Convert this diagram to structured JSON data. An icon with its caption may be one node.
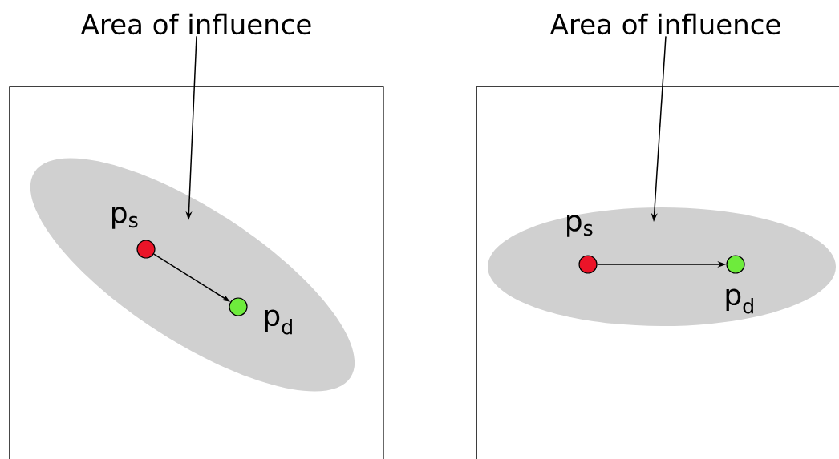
{
  "diagram": {
    "nodes": [
      {
        "text": [],
        "shape": "box"
      },
      {
        "text": [],
        "shape": "ellipse",
        "in": 0
      },
      {
        "text": [],
        "shape": "circle",
        "in": 1,
        "beside": [
          "p$_{s}$"
        ]
      },
      {
        "text": [],
        "shape": "circle",
        "in": 1,
        "beside": [
          "p$_{d}$"
        ]
      },
      {
        "text": [
          "Area of influence"
        ]
      },
      {
        "text": [],
        "shape": "box"
      },
      {
        "text": [],
        "shape": "ellipse",
        "in": 5
      },
      {
        "text": [],
        "shape": "circle",
        "in": 6,
        "beside": [
          "p$_{s}$"
        ]
      },
      {
        "text": [],
        "shape": "circle",
        "in": 6,
        "beside": [
          "p$_{d}$"
        ]
      },
      {
        "text": [
          "Area of influence"
        ]
      }
    ],
    "edges": [
      {
        "from": 2,
        "to": 3,
        "arrow": "to"
      },
      {
        "from": 4,
        "to": 1,
        "arrow": "to"
      },
      {
        "from": 7,
        "to": 8,
        "arrow": "to"
      },
      {
        "from": 9,
        "to": 6,
        "arrow": "to"
      }
    ]
  }
}
